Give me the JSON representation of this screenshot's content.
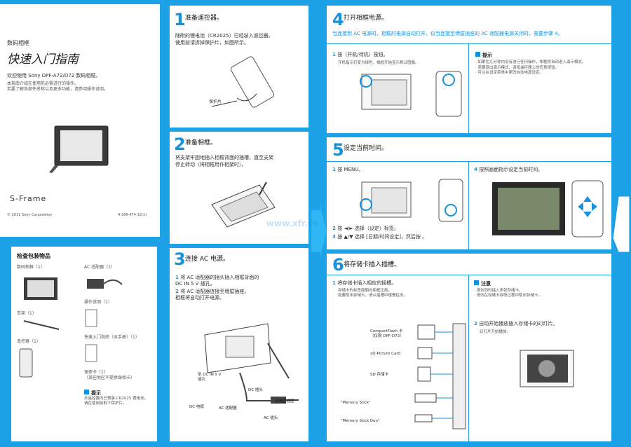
{
  "cover": {
    "brand": "SONY",
    "model": "DPF-A72/D72",
    "category": "数码相框",
    "title": "快速入门指南",
    "welcome": "欢迎使用 Sony DPF-A72/D72 数码相框。",
    "intro": "本指南介绍在使用前必需进行的操作。\n若要了解各部件名称以及更多功能，请参阅操作说明。",
    "frame_logo": "S-Frame",
    "copyright": "© 2011 Sony Corporation",
    "code": "4-266-474-12(1)"
  },
  "contents": {
    "title": "检查包装物品",
    "items": [
      "数码相框（1）",
      "AC 适配器（1）",
      "支架（1）",
      "操作说明（1）",
      "遥控器（1）",
      "快速入门指南（本手册）（1）",
      "保修卡（1）\n（某些地区不提供保修卡）"
    ],
    "tip_title": "提示",
    "tip_text": "本遥控器内已预装 CR2025 锂电池。\n请在使用前取下保护片。"
  },
  "step1": {
    "num": "1",
    "title": "准备遥控器。",
    "text": "随附的锂电池（CR2025）已经装入遥控器。\n使用前请拆掉保护片，如图所示。",
    "label": "保护片"
  },
  "step2": {
    "num": "2",
    "title": "准备相框。",
    "text": "将支架牢固地插入相框背面的插槽，直至支架\n停止转动（将相框用作相架时）。"
  },
  "step3": {
    "num": "3",
    "title": "连接 AC 电源。",
    "sub1": "将 AC 适配器的插头插入相框背面的\nDC IN 5 V 插孔。",
    "sub2": "将 AC 适配器连接至墙壁插座。\n相框将自动打开电源。",
    "labels": {
      "dcin": "至 DC IN 5 V\n插孔",
      "dcplug": "DC 插头",
      "outlet": "至墙壁插座",
      "adapter": "AC 适配器",
      "dccord": "DC 电缆",
      "plug": "AC 插头"
    }
  },
  "step4": {
    "num": "4",
    "title": "打开相框电源。",
    "text": "当连接到 AC 电源时，相框的电源自动打开。仅当连接至墙壁插座的 AC 适配器电源关闭时，需要步骤 4。",
    "sub1": "按（开机/待机）按钮。",
    "sub1_detail": "开机指示灯变为绿色，相框开始显示默认图像。",
    "hint_title": "提示",
    "hint_text": "· 如果在几分钟内没有进行任何操作，相框将自动进入演示模式。\n· 若要退出演示模式，请按遥控器上的任意按钮。\n· 可以在设定菜单中更改自动电源设定。"
  },
  "step5": {
    "num": "5",
    "title": "设定当前时间。",
    "sub1": "按 MENU。",
    "sub2": "按 ◄/► 选择（设定）标签。",
    "sub3": "按 ▲/▼ 选择 [日期/时间设定]，然后按 。",
    "sub4": "按照画面指示设定当前时间。"
  },
  "step6": {
    "num": "6",
    "title": "将存储卡插入插槽。",
    "sub1": "将存储卡插入相应的插槽。",
    "sub1_detail": "存储卡的标签面朝向相框正面。\n若要取出存储卡，请从插槽中缓慢拉出。",
    "cards": [
      "CompactFlash 卡\n（仅限 DPF-D72）",
      "xD-Picture Card",
      "SD 存储卡",
      "\"Memory Stick\"",
      "\"Memory Stick Duo\""
    ],
    "note_title": "注意",
    "note_text": "· 请勿同时插入多张存储卡。\n· 请勿在存储卡存取过程中取出存储卡。",
    "sub2": "自动开始播放插入存储卡的幻灯片。",
    "sub2_detail": "幻灯片开始播放。"
  },
  "watermark": "www.xfr.co"
}
